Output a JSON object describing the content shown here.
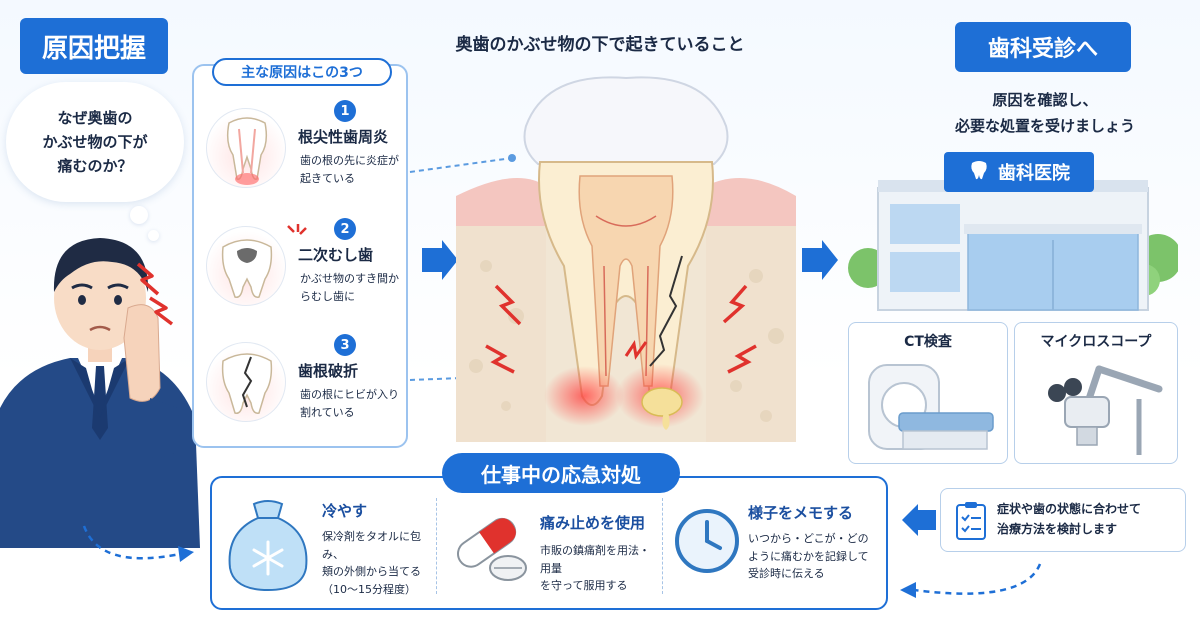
{
  "left": {
    "title": "原因把握",
    "question_lines": [
      "なぜ奥歯の",
      "かぶせ物の下が",
      "痛むのか？"
    ]
  },
  "causes": {
    "header": "主な原因はこの3つ",
    "items": [
      {
        "number": "1",
        "title": "根尖性歯周炎",
        "desc": "歯の根の先に炎症が起きている"
      },
      {
        "number": "2",
        "title": "二次むし歯",
        "desc": "かぶせ物のすき間からむし歯に"
      },
      {
        "number": "3",
        "title": "歯根破折",
        "desc": "歯の根にヒビが入り割れている"
      }
    ]
  },
  "center": {
    "title": "奥歯のかぶせ物の下で起きていること"
  },
  "right": {
    "title": "歯科受診へ",
    "subtitle_lines": [
      "原因を確認し、",
      "必要な処置を受けましょう"
    ],
    "clinic_sign": "歯科医院",
    "equipment": [
      {
        "label": "CT検査"
      },
      {
        "label": "マイクロスコープ"
      }
    ],
    "note_lines": [
      "症状や歯の状態に合わせて",
      "治療方法を検討します"
    ]
  },
  "emergency": {
    "title": "仕事中の応急対処",
    "items": [
      {
        "title": "冷やす",
        "desc_lines": [
          "保冷剤をタオルに包み、",
          "頬の外側から当てる",
          "（10〜15分程度）"
        ]
      },
      {
        "title": "痛み止めを使用",
        "desc_lines": [
          "市販の鎮痛剤を用法・用量",
          "を守って服用する"
        ]
      },
      {
        "title": "様子をメモする",
        "desc_lines": [
          "いつから・どこが・どの",
          "ように痛むかを記録して",
          "受診時に伝える"
        ]
      }
    ]
  },
  "colors": {
    "accent": "#1e6fd6",
    "pain": "#e0322d",
    "panel_border": "#9cc3ef"
  }
}
